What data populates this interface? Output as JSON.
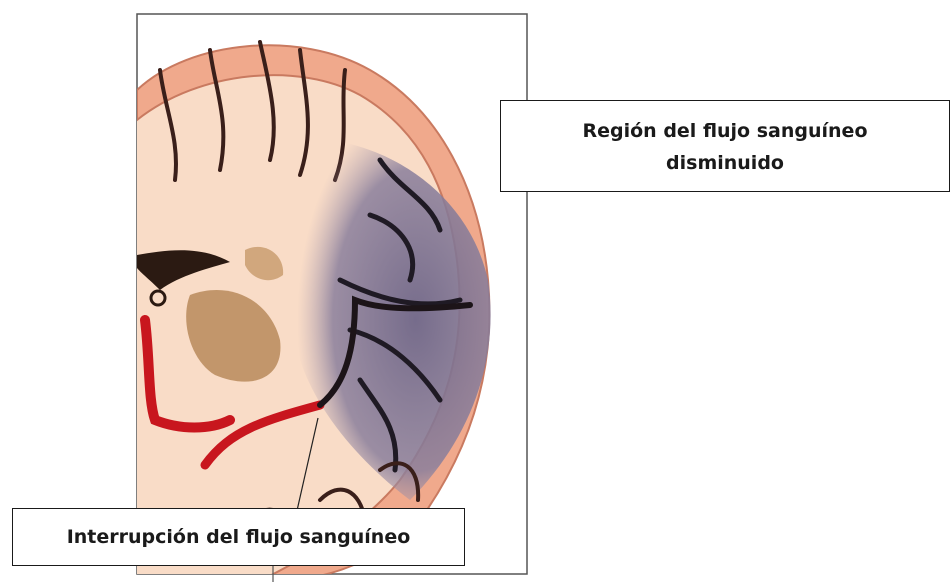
{
  "figure": {
    "labels": {
      "reduced_flow_region": {
        "line1": "Región del flujo sanguíneo",
        "line2": "disminuido"
      },
      "flow_interruption": "Interrupción del flujo sanguíneo"
    },
    "colors": {
      "cortex": "#f0a98c",
      "white_matter": "#f9dcc7",
      "sulci": "#3a1f1a",
      "ischemic_region": "#7a6f8e",
      "artery": "#c8161e",
      "basal_ganglia": "#b98a5a",
      "frame": "#555555"
    }
  }
}
